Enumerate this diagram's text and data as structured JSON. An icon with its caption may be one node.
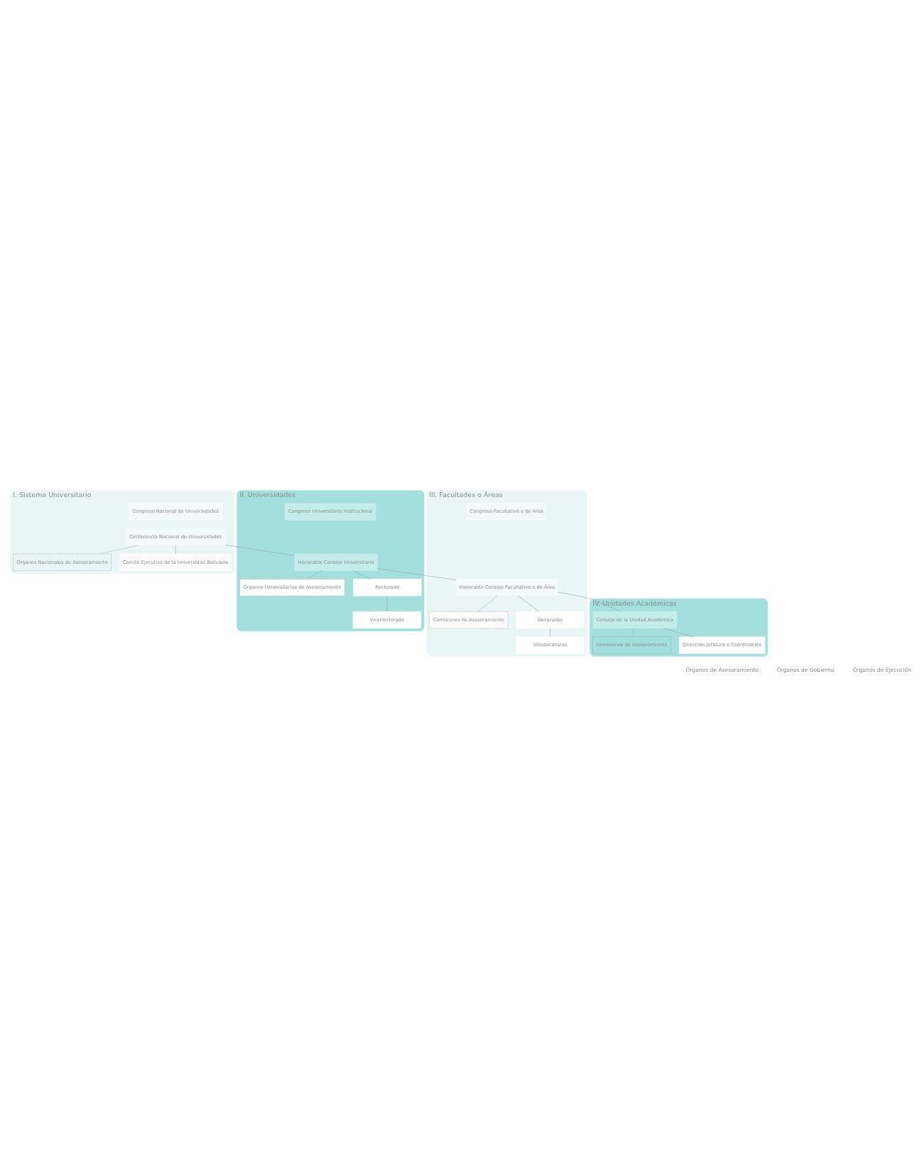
{
  "diagram": {
    "nodes": [
      {
        "text": [
          "I. Sistema Universitario"
        ]
      },
      {
        "text": [
          "Congreso Nacional de Universidades"
        ],
        "in": 0
      },
      {
        "text": [
          "Conferencia Nacional de Universidades"
        ],
        "in": 0
      },
      {
        "text": [
          "Órganos Nacionales de Asesoramiento"
        ],
        "in": 0
      },
      {
        "text": [
          "Comité Ejecutivo de la Universidad Boliviana"
        ],
        "in": 0
      },
      {
        "text": [
          "II. Universidades"
        ]
      },
      {
        "text": [
          "Congreso Universitario Institucional"
        ],
        "in": 5
      },
      {
        "text": [
          "Honorable Consejo Universitario"
        ],
        "in": 5
      },
      {
        "text": [
          "Órganos Universitarios de Asesoramiento"
        ],
        "in": 5
      },
      {
        "text": [
          "Rectorado"
        ],
        "in": 5
      },
      {
        "text": [
          "Vicerrectorado"
        ],
        "in": 5
      },
      {
        "text": [
          "III. Facultades o Áreas"
        ]
      },
      {
        "text": [
          "Congreso Facultativo o de Área"
        ],
        "in": 11
      },
      {
        "text": [
          "Honorable Consejo Facultativo o de Área"
        ],
        "in": 11
      },
      {
        "text": [
          "Comisiones de Asesoramiento"
        ],
        "in": 11
      },
      {
        "text": [
          "Decanatos"
        ],
        "in": 11
      },
      {
        "text": [
          "Vicedecanatos"
        ],
        "in": 11
      },
      {
        "text": [
          "IV. Unidades Académicas"
        ]
      },
      {
        "text": [
          "Consejo de la Unidad Académica"
        ],
        "in": 17
      },
      {
        "text": [
          "Comisiones de Asesoramiento"
        ],
        "in": 17
      },
      {
        "text": [
          "Dirección-Jefatura o Coordinación"
        ],
        "in": 17
      }
    ],
    "edges": [
      {
        "from": 2,
        "to": 3,
        "arrow": "none",
        "style": "dashed"
      },
      {
        "from": 2,
        "to": 4,
        "arrow": "none"
      },
      {
        "from": 2,
        "to": 7,
        "arrow": "none"
      },
      {
        "from": 7,
        "to": 8,
        "arrow": "none",
        "style": "dashed"
      },
      {
        "from": 7,
        "to": 9,
        "arrow": "none"
      },
      {
        "from": 9,
        "to": 10,
        "arrow": "none"
      },
      {
        "from": 7,
        "to": 13,
        "arrow": "none"
      },
      {
        "from": 13,
        "to": 14,
        "arrow": "none",
        "style": "dashed"
      },
      {
        "from": 13,
        "to": 15,
        "arrow": "none"
      },
      {
        "from": 15,
        "to": 16,
        "arrow": "none"
      },
      {
        "from": 13,
        "to": 18,
        "arrow": "none"
      },
      {
        "from": 18,
        "to": 19,
        "arrow": "none",
        "style": "dashed"
      },
      {
        "from": 18,
        "to": 20,
        "arrow": "none"
      }
    ],
    "labels": [
      "Órganos de Asesoramiento",
      "Órganos de Gobierno",
      "Órganos de Ejecución"
    ]
  }
}
